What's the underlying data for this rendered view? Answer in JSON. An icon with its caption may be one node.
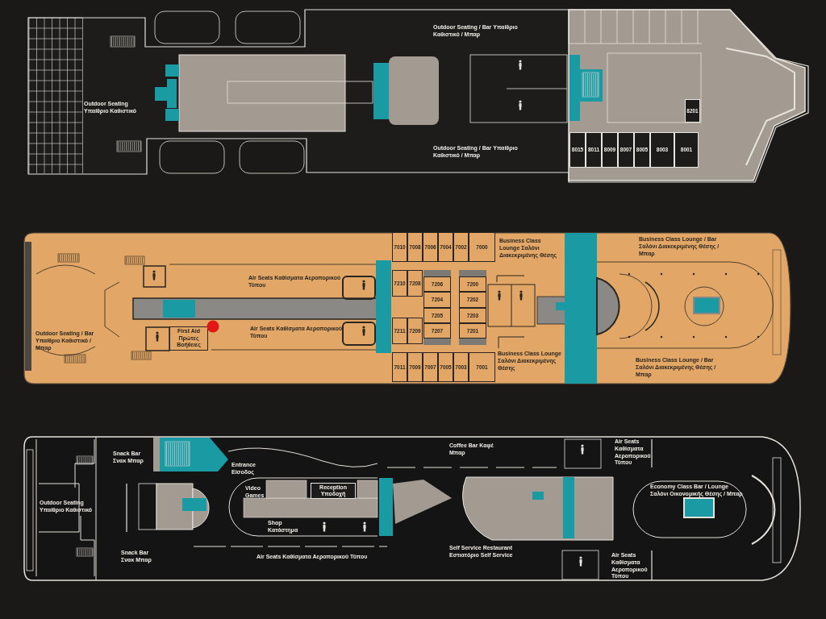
{
  "diagram": {
    "nodes": [
      {
        "text": [],
        "shape": "box"
      },
      {
        "text": [
          "8201"
        ],
        "in": 0
      },
      {
        "text": [
          "8015"
        ],
        "in": 0
      },
      {
        "text": [
          "8011"
        ],
        "in": 0
      },
      {
        "text": [
          "8009"
        ],
        "in": 0
      },
      {
        "text": [
          "8007"
        ],
        "in": 0
      },
      {
        "text": [
          "8005"
        ],
        "in": 0
      },
      {
        "text": [
          "8003"
        ],
        "in": 0
      },
      {
        "text": [
          "8001"
        ],
        "in": 0
      },
      {
        "text": [],
        "shape": "box"
      },
      {
        "text": [
          "7010"
        ],
        "in": 9
      },
      {
        "text": [
          "7008"
        ],
        "in": 9
      },
      {
        "text": [
          "7006"
        ],
        "in": 9
      },
      {
        "text": [
          "7004"
        ],
        "in": 9
      },
      {
        "text": [
          "7002"
        ],
        "in": 9
      },
      {
        "text": [
          "7000"
        ],
        "in": 9
      },
      {
        "text": [
          "7210"
        ],
        "in": 9
      },
      {
        "text": [
          "7208"
        ],
        "in": 9
      },
      {
        "text": [
          "7206"
        ],
        "in": 9
      },
      {
        "text": [
          "7200"
        ],
        "in": 9
      },
      {
        "text": [
          "7204"
        ],
        "in": 9
      },
      {
        "text": [
          "7202"
        ],
        "in": 9
      },
      {
        "text": [
          "7205"
        ],
        "in": 9
      },
      {
        "text": [
          "7203"
        ],
        "in": 9
      },
      {
        "text": [
          "7211"
        ],
        "in": 9
      },
      {
        "text": [
          "7209"
        ],
        "in": 9
      },
      {
        "text": [
          "7207"
        ],
        "in": 9
      },
      {
        "text": [
          "7201"
        ],
        "in": 9
      },
      {
        "text": [
          "First Aid Πρώτες Βοήθειες"
        ],
        "in": 9
      },
      {
        "text": [
          "7011"
        ],
        "in": 9
      },
      {
        "text": [
          "7009"
        ],
        "in": 9
      },
      {
        "text": [
          "7007"
        ],
        "in": 9
      },
      {
        "text": [
          "7005"
        ],
        "in": 9
      },
      {
        "text": [
          "7003"
        ],
        "in": 9
      },
      {
        "text": [
          "7001"
        ],
        "in": 9
      },
      {
        "text": [],
        "shape": "box"
      },
      {
        "text": [
          "Reception Υποδοχή"
        ],
        "in": 35
      }
    ],
    "labels": [
      "Outdoor Seating / Bar Υπαίθριο Καθιστικό / Μπαρ",
      "Outdoor Seating Υπαίθριο Καθιστικό",
      "Outdoor Seating / Bar Υπαίθριο Καθιστικό / Μπαρ",
      "Business Class Lounge / Bar Σαλόνι Διακεκριμένης Θέσης / Μπαρ",
      "Business Class Lounge Σαλόνι Διακεκριμένης Θέσης",
      "Air Seats Καθίσματα Αεροπορικού Τύπου",
      "Air Seats Καθίσματα Αεροπορικού Τύπου",
      "Outdoor Seating / Bar Υπαίθριο Καθιστικό / Μπαρ",
      "Business Class Lounge Σαλόνι Διακεκριμένης Θέσης",
      "Business Class Lounge / Bar Σαλόνι Διακεκριμένης Θέσης / Μπαρ",
      "Coffee Bar Καφέ Μπαρ",
      "Air Seats Καθίσματα Αεροπορικού Τύπου",
      "Snack Bar Σνακ Μπαρ",
      "Entrance Είσοδος",
      "Video Games",
      "Economy Class Bar / Lounge Σαλόνι Οικονομικής Θέσης / Μπαρ",
      "Outdoor Seating Υπαίθριο Καθιστικό",
      "Shop Κατάστημα",
      "Self Service Restaurant Εστιατόριο Self Service",
      "Snack Bar Σνακ Μπαρ",
      "Air Seats Καθίσματα Αεροπορικού Τύπου",
      "Air Seats Καθίσματα Αεροπορικού Τύπου"
    ]
  }
}
